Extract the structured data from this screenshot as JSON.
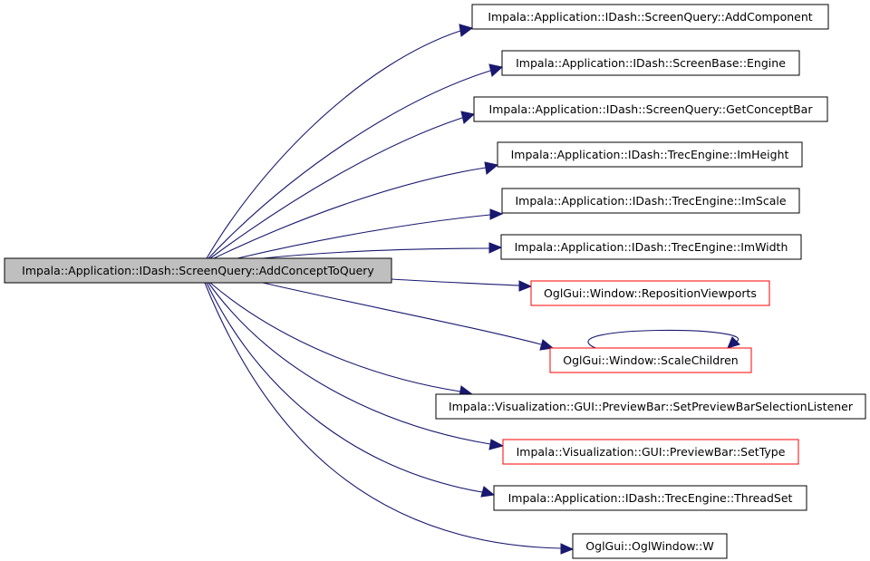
{
  "diagram": {
    "source": {
      "label": "Impala::Application::IDash::ScreenQuery::AddConceptToQuery",
      "fill": "#bfbfbf",
      "stroke": "#000000"
    },
    "edge_color": "#191970",
    "targets": [
      {
        "label": "Impala::Application::IDash::ScreenQuery::AddComponent",
        "border": "#000000"
      },
      {
        "label": "Impala::Application::IDash::ScreenBase::Engine",
        "border": "#000000"
      },
      {
        "label": "Impala::Application::IDash::ScreenQuery::GetConceptBar",
        "border": "#000000"
      },
      {
        "label": "Impala::Application::IDash::TrecEngine::ImHeight",
        "border": "#000000"
      },
      {
        "label": "Impala::Application::IDash::TrecEngine::ImScale",
        "border": "#000000"
      },
      {
        "label": "Impala::Application::IDash::TrecEngine::ImWidth",
        "border": "#000000"
      },
      {
        "label": "OglGui::Window::RepositionViewports",
        "border": "#ff0000"
      },
      {
        "label": "OglGui::Window::ScaleChildren",
        "border": "#ff0000"
      },
      {
        "label": "Impala::Visualization::GUI::PreviewBar::SetPreviewBarSelectionListener",
        "border": "#000000"
      },
      {
        "label": "Impala::Visualization::GUI::PreviewBar::SetType",
        "border": "#ff0000"
      },
      {
        "label": "Impala::Application::IDash::TrecEngine::ThreadSet",
        "border": "#000000"
      },
      {
        "label": "OglGui::OglWindow::W",
        "border": "#000000"
      }
    ]
  }
}
